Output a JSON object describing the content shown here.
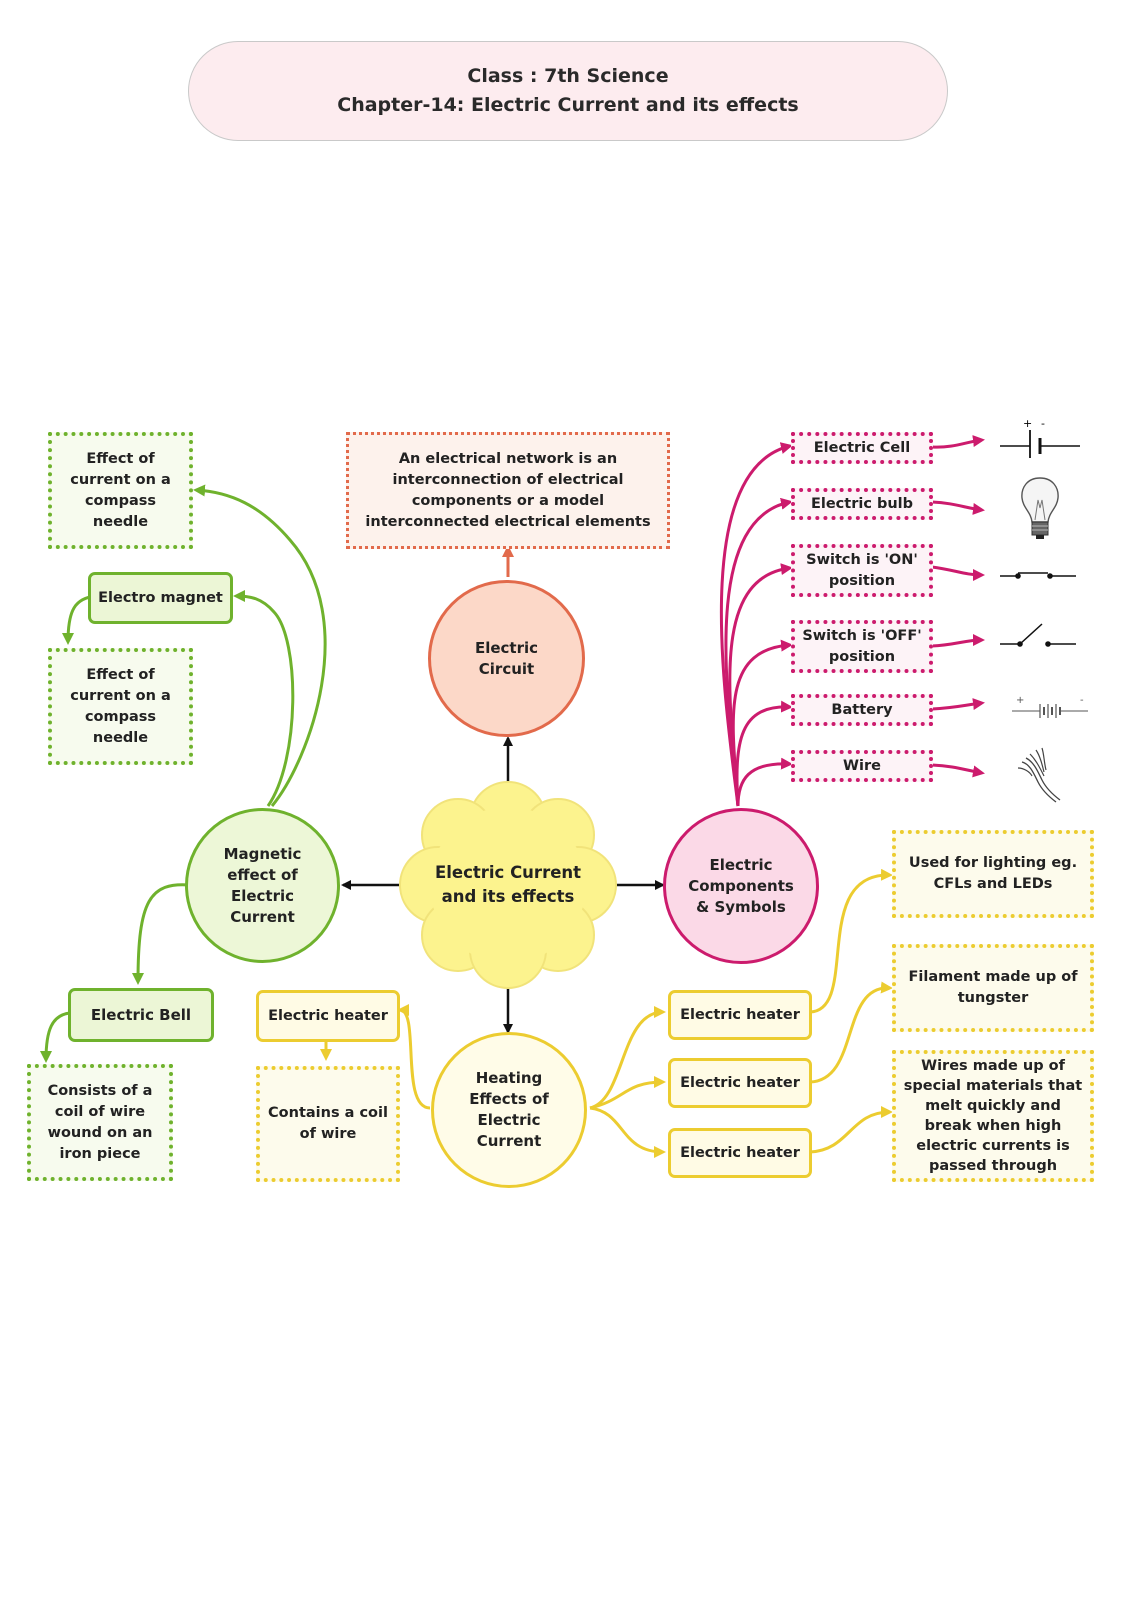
{
  "header": {
    "line1": "Class : 7th Science",
    "line2": "Chapter-14: Electric Current and its effects"
  },
  "center": {
    "label": "Electric Current and its effects"
  },
  "circuit": {
    "label": "Electric Circuit",
    "definition": "An electrical network is an interconnection of electrical components or a model interconnected electrical elements"
  },
  "magnetic": {
    "label": "Magnetic effect of Electric Current",
    "compass1": "Effect of current on a compass needle",
    "electromagnet": "Electro magnet",
    "compass2": "Effect of current on a compass needle",
    "bell": "Electric Bell",
    "bell_desc": "Consists of a coil of wire wound on an iron piece"
  },
  "components": {
    "label": "Electric Components & Symbols",
    "items": [
      {
        "label": "Electric Cell",
        "symbol": "cell-symbol"
      },
      {
        "label": "Electric bulb",
        "symbol": "bulb-symbol"
      },
      {
        "label": "Switch is 'ON' position",
        "symbol": "switch-on-symbol"
      },
      {
        "label": "Switch is 'OFF' position",
        "symbol": "switch-off-symbol"
      },
      {
        "label": "Battery",
        "symbol": "battery-symbol"
      },
      {
        "label": "Wire",
        "symbol": "wire-symbol"
      }
    ],
    "cell_plus": "+",
    "cell_minus": "-",
    "battery_plus": "+",
    "battery_minus": "-"
  },
  "heating": {
    "label": "Heating Effects of Electric Current",
    "left_heater": "Electric heater",
    "left_desc": "Contains a coil of wire",
    "right_items": [
      {
        "label": "Electric heater",
        "desc": "Used for lighting eg. CFLs and LEDs"
      },
      {
        "label": "Electric heater",
        "desc": "Filament made up of tungster"
      },
      {
        "label": "Electric heater",
        "desc": "Wires made up of special materials that melt quickly and break when high electric currents is passed through"
      }
    ]
  },
  "colors": {
    "green": "#6fb22d",
    "yellow": "#eccc30",
    "pink": "#cc1b6d",
    "orange": "#e26a4b",
    "center_fill": "#fcf38e"
  }
}
